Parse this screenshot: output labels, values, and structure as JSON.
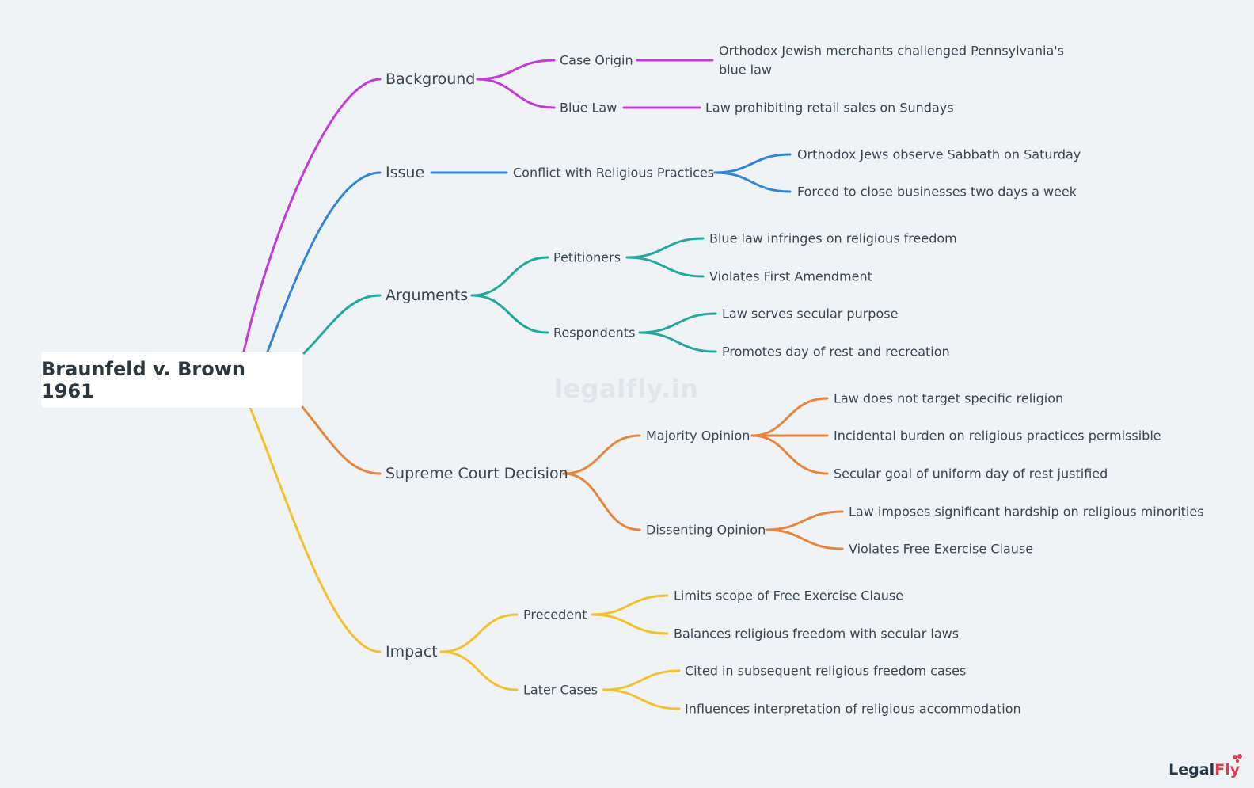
{
  "root": {
    "title": "Braunfeld v. Brown 1961"
  },
  "watermark": "legalfly.in",
  "brand": {
    "part1": "Legal",
    "part2": "Fly"
  },
  "colors": {
    "background": "#eff3f6",
    "background_branch": "#c23bd6",
    "issue_branch": "#3384d6",
    "arguments_branch": "#22a99b",
    "decision_branch": "#e8843c",
    "impact_branch": "#f2c12e"
  },
  "branches": {
    "background": {
      "label": "Background",
      "case_origin": {
        "label": "Case Origin",
        "details": [
          "Orthodox Jewish merchants challenged Pennsylvania's",
          "blue law"
        ]
      },
      "blue_law": {
        "label": "Blue Law",
        "detail": "Law prohibiting retail sales on Sundays"
      }
    },
    "issue": {
      "label": "Issue",
      "conflict": {
        "label": "Conflict with Religious Practices",
        "details": [
          "Orthodox Jews observe Sabbath on Saturday",
          "Forced to close businesses two days a week"
        ]
      }
    },
    "arguments": {
      "label": "Arguments",
      "petitioners": {
        "label": "Petitioners",
        "details": [
          "Blue law infringes on religious freedom",
          "Violates First Amendment"
        ]
      },
      "respondents": {
        "label": "Respondents",
        "details": [
          "Law serves secular purpose",
          "Promotes day of rest and recreation"
        ]
      }
    },
    "decision": {
      "label": "Supreme Court Decision",
      "majority": {
        "label": "Majority Opinion",
        "details": [
          "Law does not target specific religion",
          "Incidental burden on religious practices permissible",
          "Secular goal of uniform day of rest justified"
        ]
      },
      "dissent": {
        "label": "Dissenting Opinion",
        "details": [
          "Law imposes significant hardship on religious minorities",
          "Violates Free Exercise Clause"
        ]
      }
    },
    "impact": {
      "label": "Impact",
      "precedent": {
        "label": "Precedent",
        "details": [
          "Limits scope of Free Exercise Clause",
          "Balances religious freedom with secular laws"
        ]
      },
      "later_cases": {
        "label": "Later Cases",
        "details": [
          "Cited in subsequent religious freedom cases",
          "Influences interpretation of religious accommodation"
        ]
      }
    }
  }
}
